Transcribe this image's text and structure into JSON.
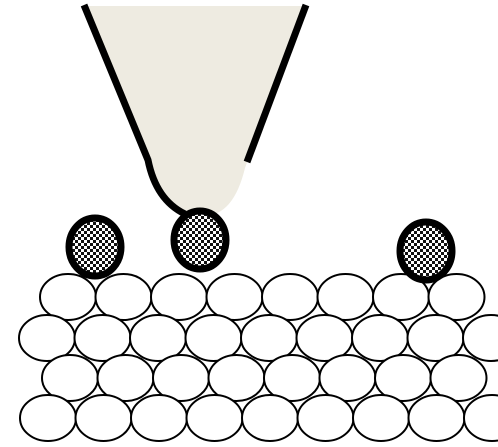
{
  "figure": {
    "subject": "probe-tip-over-atomic-surface",
    "colors": {
      "background": "#ffffff",
      "tip_fill": "#eeebe1",
      "outline": "#000000",
      "substrate_atom_fill": "#ffffff",
      "adsorbate_dark": "#111111",
      "adsorbate_light": "#ffffff"
    },
    "icons": {
      "tip": "probe-tip-icon",
      "adsorbate": "adsorbate-atom-icon",
      "substrate_atom": "substrate-atom-icon"
    },
    "adsorbate_count": 3,
    "adsorbate_picked_up_by_tip": 1,
    "substrate_rows": 4
  }
}
